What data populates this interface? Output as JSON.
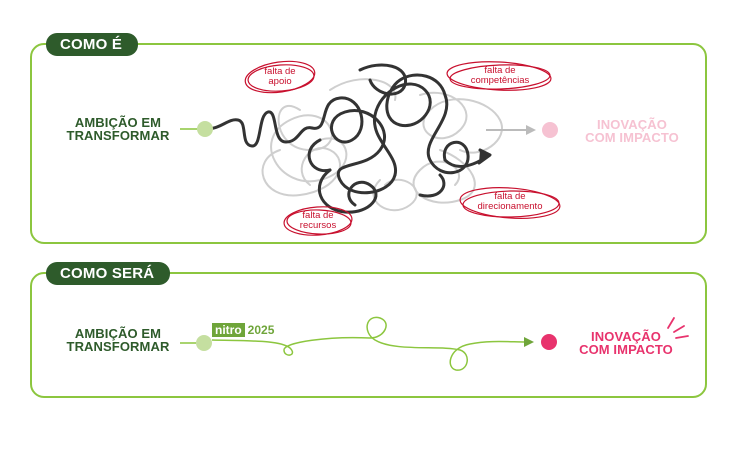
{
  "sections": {
    "current": {
      "tag": "COMO É",
      "start_line1": "AMBIÇÃO EM",
      "start_line2": "TRANSFORMAR",
      "end_line1": "INOVAÇÃO",
      "end_line2": "COM IMPACTO",
      "problems": {
        "apoio_l1": "falta de",
        "apoio_l2": "apoio",
        "competencias_l1": "falta de",
        "competencias_l2": "competências",
        "direcionamento_l1": "falta de",
        "direcionamento_l2": "direcionamento",
        "recursos_l1": "falta de",
        "recursos_l2": "recursos"
      }
    },
    "future": {
      "tag": "COMO SERÁ",
      "start_line1": "AMBIÇÃO EM",
      "start_line2": "TRANSFORMAR",
      "brand_word": "nitro",
      "brand_year": "2025",
      "end_line1": "INOVAÇÃO",
      "end_line2": "COM IMPACTO"
    }
  },
  "colors": {
    "frame_green": "#8cc63f",
    "tag_green": "#2e5b2b",
    "problem_red": "#c8102e",
    "impact_pink": "#e8336d",
    "faded_pink": "#f6c2d2",
    "start_dot": "#c5dfa0"
  }
}
